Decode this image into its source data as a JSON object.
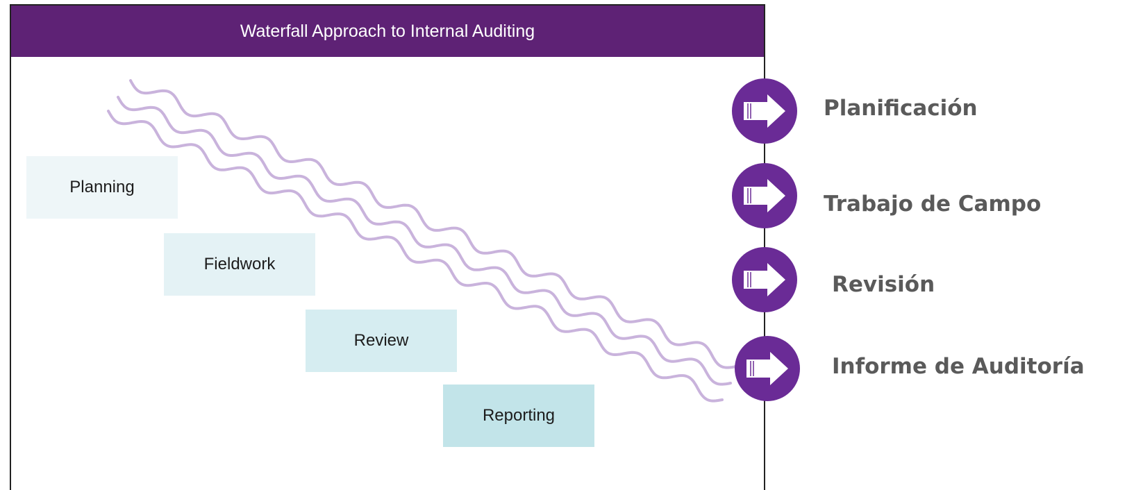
{
  "diagram": {
    "title": "Waterfall Approach to Internal Auditing",
    "stages": [
      "Planning",
      "Fieldwork",
      "Review",
      "Reporting"
    ],
    "steps": [
      "Planificación",
      "Trabajo de Campo",
      "Revisión",
      "Informe de Auditoría"
    ],
    "colors": {
      "banner": "#5e2275",
      "arrow_badge": "#6a2b96",
      "wave": "#c9b3dc",
      "stage_fills": [
        "#eef6f8",
        "#e4f2f5",
        "#d6edf1",
        "#c2e4e9"
      ],
      "step_text": "#5a5a5a"
    },
    "icons": {
      "step_marker": "right-arrow-icon"
    }
  }
}
